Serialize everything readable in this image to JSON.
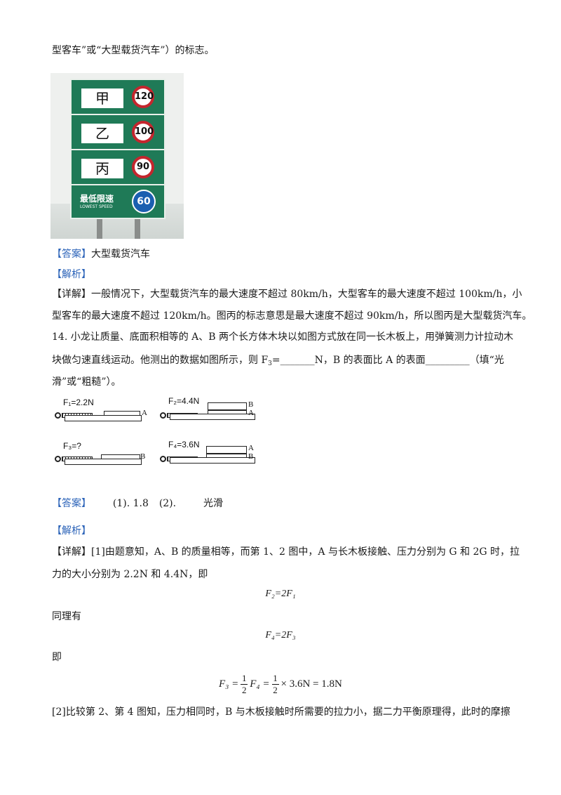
{
  "intro_tail": "型客车”或“大型载货汽车”）的标志。",
  "sign": {
    "rows": [
      {
        "label": "甲",
        "limit": "120"
      },
      {
        "label": "乙",
        "limit": "100"
      },
      {
        "label": "丙",
        "limit": "90"
      }
    ],
    "lowest_cn": "最低限速",
    "lowest_en": "LOWEST SPEED",
    "lowest_limit": "60",
    "colors": {
      "board": "#1f7a57",
      "ring": "#c4262e",
      "low": "#1b5fb0"
    }
  },
  "q13": {
    "answer_tag": "【答案】",
    "answer": "大型载货汽车",
    "analysis_tag": "【解析】",
    "detail_tag": "【详解】",
    "detail_line1": "一般情况下，大型载货汽车的最大速度不超过 80km/h，大型客车的最大速度不超过 100km/h，小",
    "detail_line2": "型客车的最大速度不超过 120km/h。图丙的标志意思是最大速度不超过 90km/h，所以图丙是大型载货汽车。"
  },
  "q14": {
    "line1": "14. 小龙让质量、底面积相等的 A、B 两个长方体木块以如图方式放在同一长木板上，用弹簧测力计拉动木",
    "line2_a": "块做匀速直线运动。他测出的数据如图所示，则 F",
    "line2_sub": "3",
    "line2_b": "=_______N，B 的表面比 A 的表面_________（填“光",
    "line3": "滑”或“粗糙”）。",
    "figures": [
      {
        "force": "F₁=2.2N",
        "blocks": "A"
      },
      {
        "force": "F₂=4.4N",
        "top": "B",
        "bottom": "A"
      },
      {
        "force": "F₃=?",
        "blocks": "B"
      },
      {
        "force": "F₄=3.6N",
        "top": "A",
        "bottom": "B"
      }
    ],
    "answer_tag": "【答案】",
    "answer_part1": "(1). 1.8",
    "answer_part2": "(2).",
    "answer_part3": "光滑",
    "analysis_tag": "【解析】",
    "detail_tag": "【详解】",
    "detail_line1": "[1]由题意知，A、B 的质量相等，而第 1、2 图中，A 与长木板接触、压力分别为 G 和 2G 时，拉",
    "detail_line2": "力的大小分别为 2.2N 和 4.4N，即",
    "eq1": "F₂=2F₁",
    "same": "同理有",
    "eq2": "F₄=2F₃",
    "ji": "即",
    "eq3_lhs": "F₃ =",
    "eq3_frac_num": "1",
    "eq3_frac_den": "2",
    "eq3_mid": "F₄ =",
    "eq3_rhs": "× 3.6N = 1.8N",
    "detail_line3": "[2]比较第 2、第 4 图知，压力相同时，B 与木板接触时所需要的拉力小，据二力平衡原理得，此时的摩擦"
  }
}
